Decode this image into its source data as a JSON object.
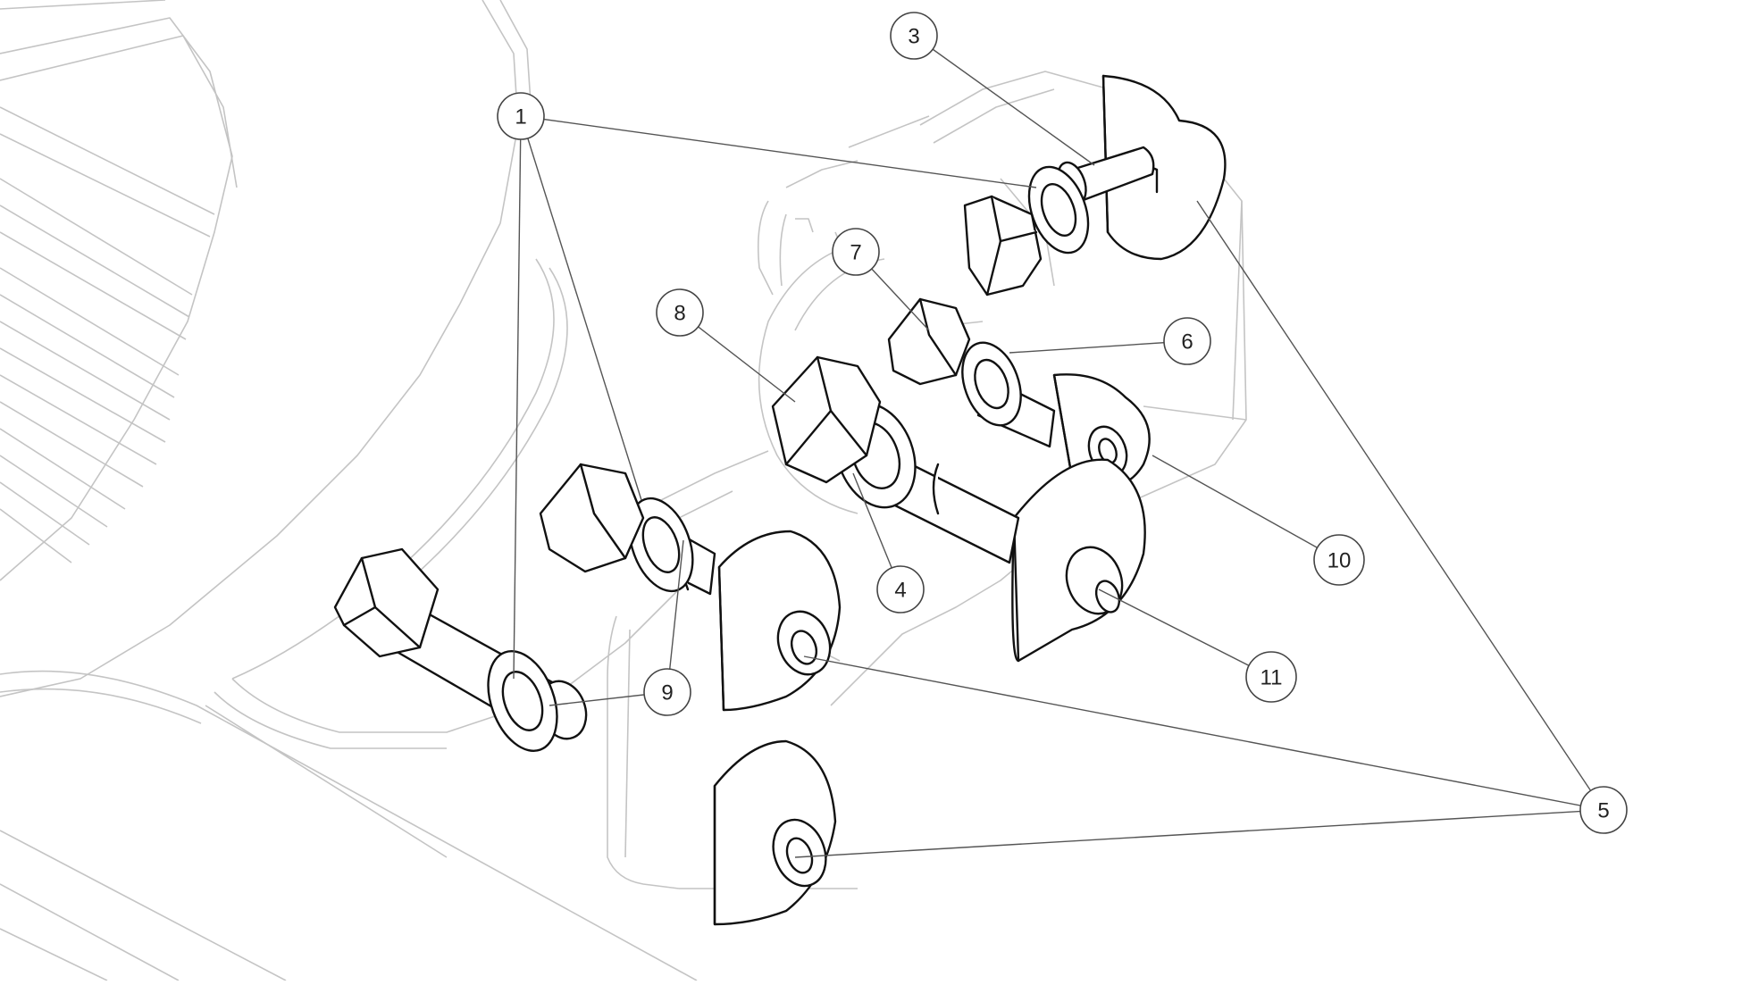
{
  "diagram": {
    "callouts": [
      {
        "id": "c1",
        "label": "1"
      },
      {
        "id": "c3",
        "label": "3"
      },
      {
        "id": "c4",
        "label": "4"
      },
      {
        "id": "c5",
        "label": "5"
      },
      {
        "id": "c6",
        "label": "6"
      },
      {
        "id": "c7",
        "label": "7"
      },
      {
        "id": "c8",
        "label": "8"
      },
      {
        "id": "c9",
        "label": "9"
      },
      {
        "id": "c10",
        "label": "10"
      },
      {
        "id": "c11",
        "label": "11"
      }
    ]
  }
}
